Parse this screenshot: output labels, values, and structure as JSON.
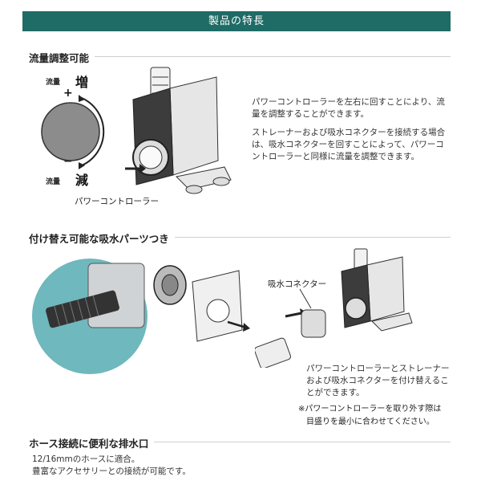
{
  "header": {
    "banner_title": "製品の特長"
  },
  "section1": {
    "title": "流量調整可能",
    "label_flow": "流量",
    "label_increase": "増",
    "label_decrease": "減",
    "plus": "+",
    "minus": "−",
    "caption_controller": "パワーコントローラー",
    "paragraphs": [
      "パワーコントローラーを左右に回すことにより、流量を調整することができます。",
      "ストレーナーおよび吸水コネクターを接続する場合は、吸水コネクターを回すことによって、パワーコントローラーと同様に流量を調整できます。"
    ]
  },
  "section2": {
    "title": "付け替え可能な吸水パーツつき",
    "label_connector": "吸水コネクター",
    "paragraph": "パワーコントローラーとストレーナーおよび吸水コネクターを付け替えることができます。",
    "note_line1": "※パワーコントローラーを取り外す際は",
    "note_line2": "目盛りを最小に合わせてください。"
  },
  "section3": {
    "title": "ホース接続に便利な排水口",
    "line1": "12/16mmのホースに適合。",
    "line2": "豊富なアクセサリーとの接続が可能です。"
  },
  "colors": {
    "banner": "#1f6b66",
    "circle_bg": "#6fb8bd",
    "dial": "#8c8c8c"
  }
}
